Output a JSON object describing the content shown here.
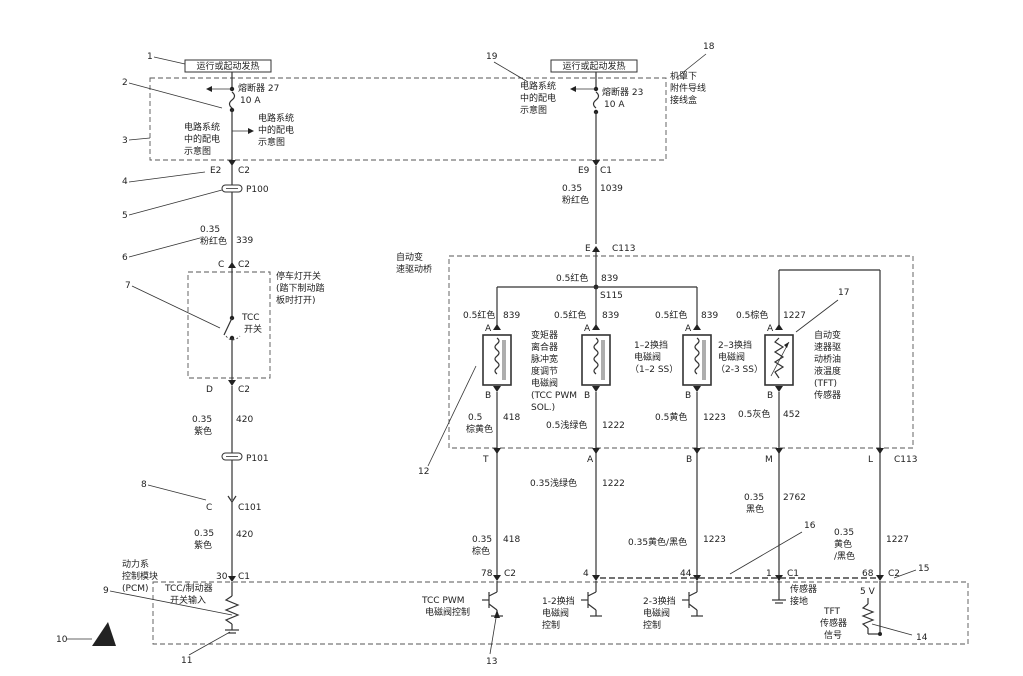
{
  "power_labels": {
    "left": "运行或起动发热",
    "right": "运行或起动发热"
  },
  "fuses": {
    "f27": {
      "name": "熔断器 27",
      "amp": "10 A"
    },
    "f23": {
      "name": "熔断器 23",
      "amp": "10 A"
    }
  },
  "distrib_text": [
    "电路系统",
    "中的配电",
    "示意图"
  ],
  "underhood_box": [
    "机罩下",
    "附件导线",
    "接线盒"
  ],
  "callouts": [
    "1",
    "2",
    "3",
    "4",
    "5",
    "6",
    "7",
    "8",
    "9",
    "10",
    "11",
    "12",
    "13",
    "14",
    "15",
    "16",
    "17",
    "18",
    "19"
  ],
  "left_chain": {
    "e2": "E2",
    "c2_top": "C2",
    "p100": "P100",
    "w339_size": "0.35",
    "w339_color": "粉红色",
    "w339_num": "339",
    "c_pin": "C",
    "c2_sw": "C2",
    "stop_switch": [
      "停车灯开关",
      "(踏下制动踏",
      "板时打开)"
    ],
    "tcc_switch": [
      "TCC",
      "开关"
    ],
    "d_pin": "D",
    "c2_bot": "C2",
    "w420a_size": "0.35",
    "w420a_color": "紫色",
    "w420a_num": "420",
    "p101": "P101",
    "c101_pin": "C",
    "c101": "C101",
    "w420b_size": "0.35",
    "w420b_color": "紫色",
    "w420b_num": "420",
    "pcm_pin": "30",
    "pcm_conn": "C1"
  },
  "right_chain": {
    "e9": "E9",
    "c1": "C1",
    "w1039_size": "0.35",
    "w1039_color": "粉红色",
    "w1039_num": "1039",
    "e_pin": "E",
    "c113_top": "C113",
    "trans_box": [
      "自动变",
      "速驱动桥"
    ],
    "bus_color": "0.5红色",
    "bus_num": "839",
    "s115": "S115"
  },
  "solenoids": [
    {
      "top_color": "0.5红色",
      "top_num": "839",
      "pin_a": "A",
      "pin_b": "B",
      "label": [
        "变矩器",
        "离合器",
        "脉冲宽",
        "度调节",
        "电磁阀",
        "(TCC PWM",
        "SOL.)"
      ],
      "bot_color": [
        "0.5",
        "棕黄色"
      ],
      "bot_num": "418",
      "conn_pin": "T",
      "w2_size": "0.35",
      "w2_color": "棕色",
      "w2_num": "418",
      "pcm_pin": "78",
      "pcm_conn": "C2",
      "driver": [
        "TCC PWM",
        "电磁阀控制"
      ]
    },
    {
      "top_color": "0.5红色",
      "top_num": "839",
      "pin_a": "A",
      "pin_b": "B",
      "label": [],
      "bot_color": [
        "0.5浅绿色"
      ],
      "bot_num": "1222",
      "conn_pin": "A",
      "w2_color": "0.35浅绿色",
      "w2_num": "1222",
      "pcm_pin": "4",
      "driver": [
        "1-2换挡",
        "电磁阀",
        "控制"
      ]
    },
    {
      "top_color": "0.5红色",
      "top_num": "839",
      "pin_a": "A",
      "pin_b": "B",
      "label": [
        "1–2换挡",
        "电磁阀",
        "（1–2 SS）"
      ],
      "bot_color": [
        "0.5黄色"
      ],
      "bot_num": "1223",
      "conn_pin": "B",
      "w2_color": "0.35黄色/黑色",
      "w2_num": "1223",
      "pcm_pin": "44",
      "driver": [
        "2-3换挡",
        "电磁阀",
        "控制"
      ]
    },
    {
      "top_color": "0.5棕色",
      "top_num": "1227",
      "pin_a": "A",
      "pin_b": "B",
      "label": [
        "2–3换挡",
        "电磁阀",
        "（2-3 SS）"
      ],
      "bot_color": [
        "0.5灰色"
      ],
      "bot_num": "452",
      "conn_pin": "M",
      "w2_size": "0.35",
      "w2_color": "黑色",
      "w2_num": "2762",
      "pcm_pin": "1",
      "pcm_conn": "C1",
      "driver": [
        "传感器",
        "接地"
      ]
    }
  ],
  "tft_sensor": [
    "自动变",
    "速器驱",
    "动桥油",
    "液温度",
    "(TFT)",
    "传感器"
  ],
  "tft_wire": {
    "conn_pin": "L",
    "conn": "C113",
    "size": "0.35",
    "color": [
      "黄色",
      "/黑色"
    ],
    "num": "1227",
    "pcm_pin": "68",
    "pcm_conn": "C2",
    "volt": "5 V",
    "label": [
      "TFT",
      "传感器",
      "信号"
    ]
  },
  "pcm": {
    "name": [
      "动力系",
      "控制模块"
    ],
    "abbr": "(PCM)",
    "input": [
      "TCC/制动器",
      "开关输入"
    ]
  }
}
